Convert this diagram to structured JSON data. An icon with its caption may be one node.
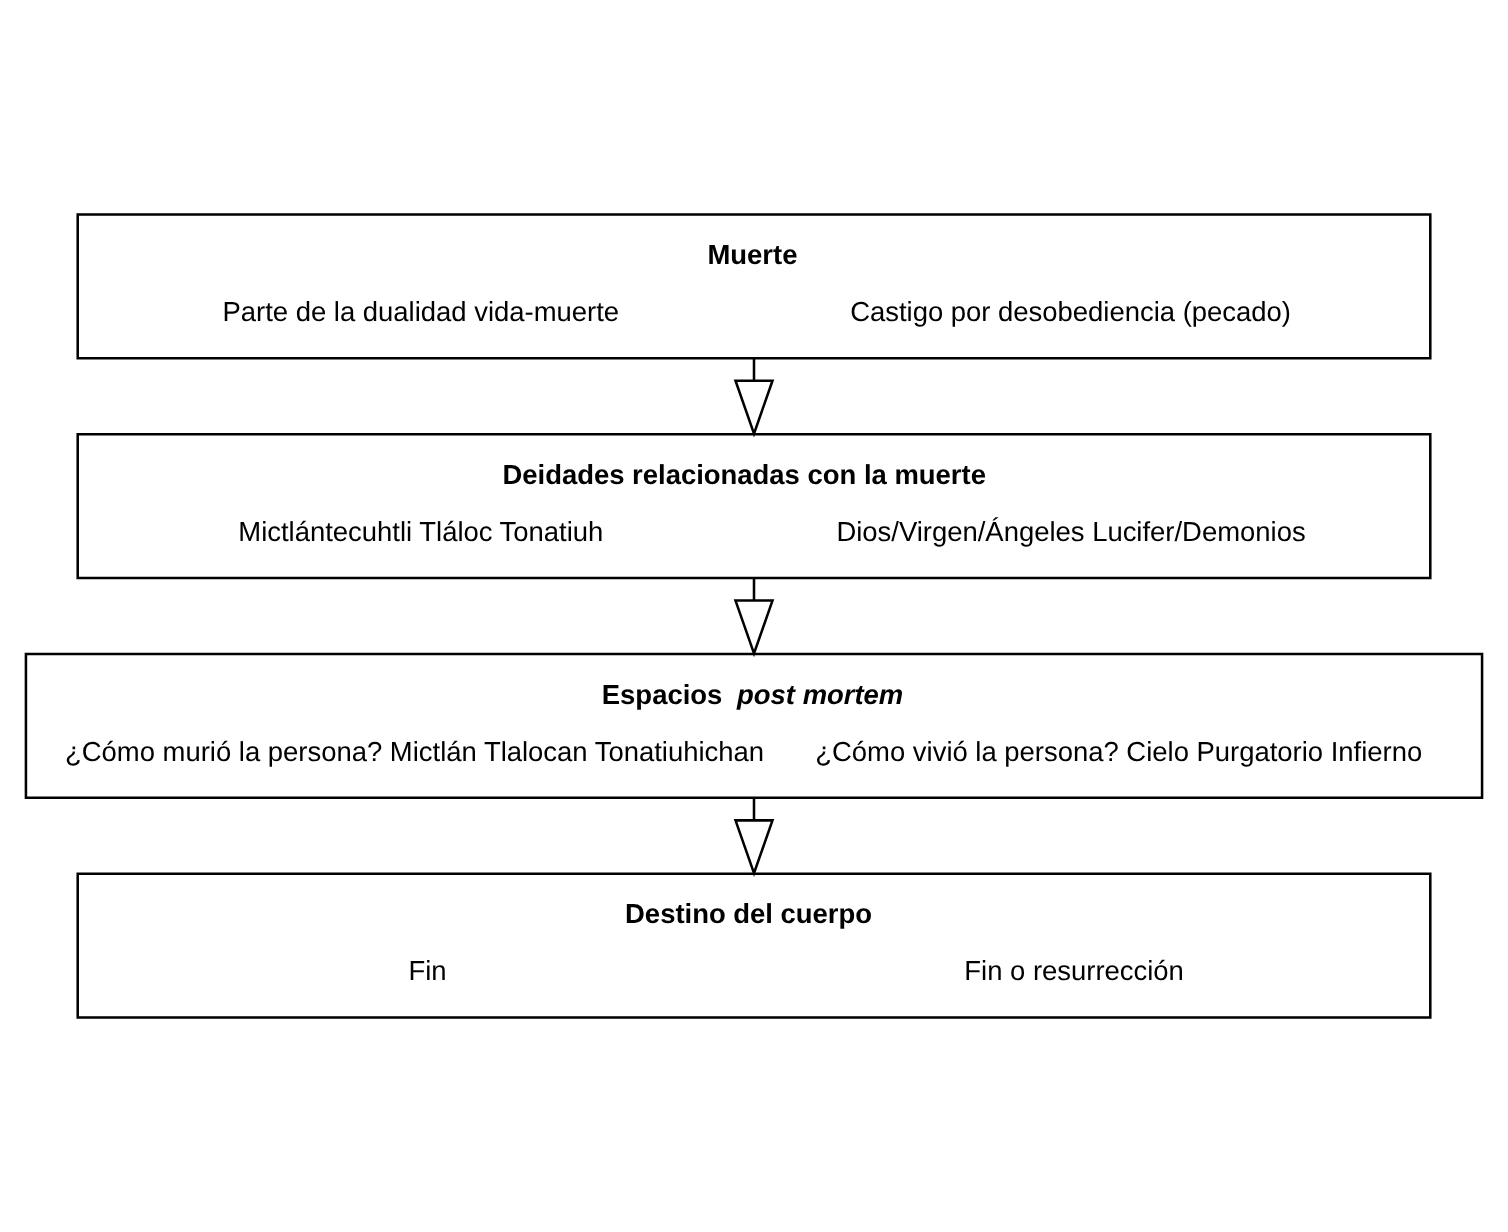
{
  "diagram": {
    "nodes": [
      {
        "text": [
          "Muerte",
          "Parte de la dualidad vida-muerte",
          "Castigo por desobediencia (pecado)"
        ]
      },
      {
        "text": [
          "Deidades relacionadas con la muerte",
          "Mictlántecuhtli Tláloc Tonatiuh",
          "Dios/Virgen/Ángeles Lucifer/Demonios"
        ]
      },
      {
        "text": [
          "Espacios *post mortem*",
          "¿Cómo murió la persona? Mictlán Tlalocan Tonatiuhichan",
          "¿Cómo vivió la persona? Cielo Purgatorio Infierno"
        ]
      },
      {
        "text": [
          "Destino del cuerpo",
          "Fin",
          "Fin o resurrección"
        ]
      }
    ],
    "edges": [
      {
        "from": 0,
        "to": 1,
        "arrow": "to"
      },
      {
        "from": 1,
        "to": 2,
        "arrow": "to"
      },
      {
        "from": 2,
        "to": 3,
        "arrow": "to"
      }
    ]
  }
}
